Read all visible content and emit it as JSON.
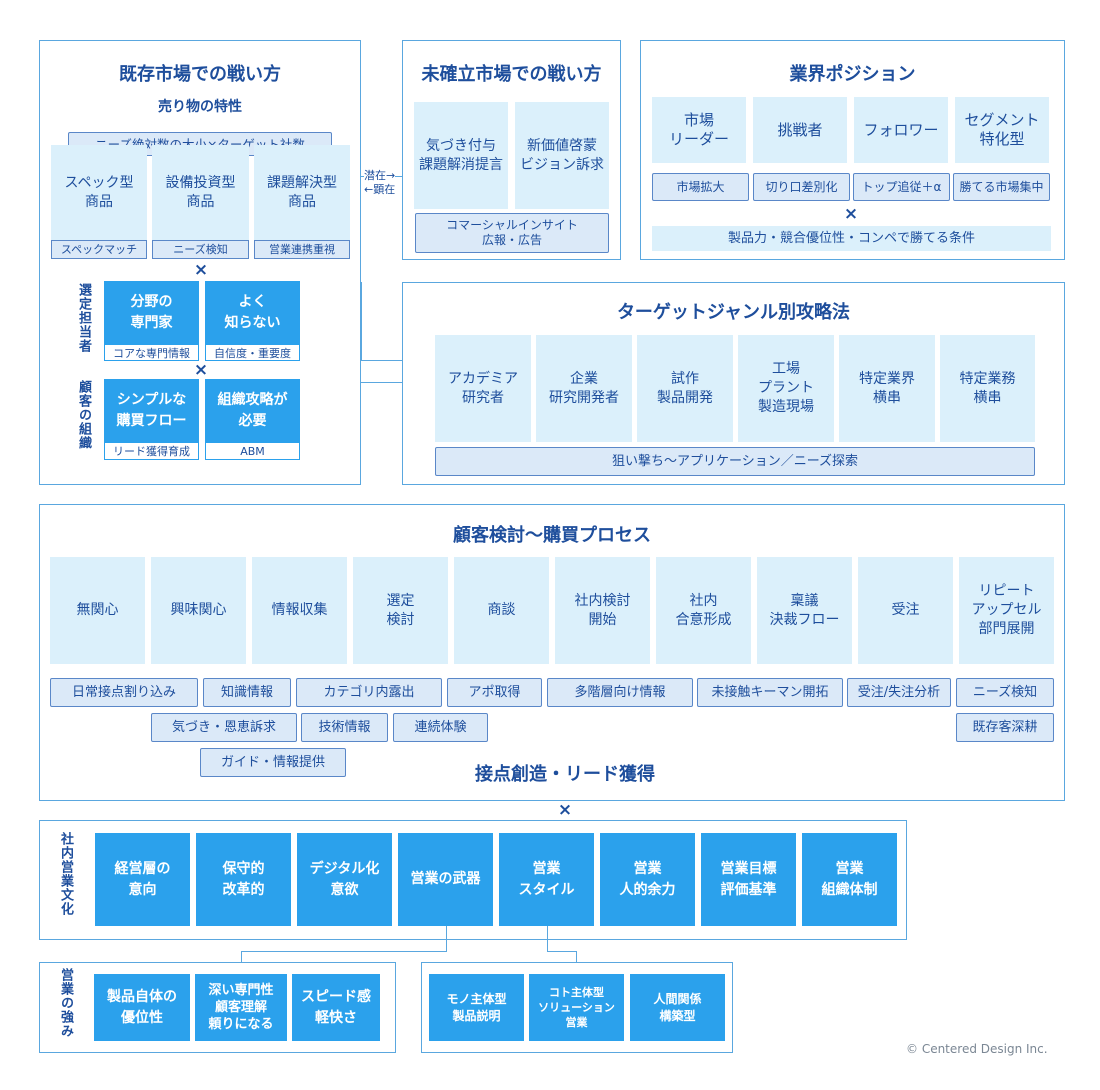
{
  "existing_market": {
    "title": "既存市場での戦い方",
    "subtitle": "売り物の特性",
    "needs_label": "ニーズ絶対数の大小×ターゲット社数",
    "products": [
      {
        "name": "スペック型\n商品",
        "tag": "スペックマッチ"
      },
      {
        "name": "設備投資型\n商品",
        "tag": "ニーズ検知"
      },
      {
        "name": "課題解決型\n商品",
        "tag": "営業連携重視"
      }
    ],
    "selector_label": "選定担当者",
    "selectors": [
      {
        "name": "分野の\n専門家",
        "tag": "コアな専門情報"
      },
      {
        "name": "よく\n知らない",
        "tag": "自信度・重要度"
      }
    ],
    "org_label": "顧客の組織",
    "orgs": [
      {
        "name": "シンプルな\n購買フロー",
        "tag": "リード獲得育成"
      },
      {
        "name": "組織攻略が\n必要",
        "tag": "ABM"
      }
    ]
  },
  "connector_note": "潜在→\n←顕在",
  "cross_symbol": "×",
  "unestablished_market": {
    "title": "未確立市場での戦い方",
    "boxes": [
      "気づき付与\n課題解消提言",
      "新価値啓蒙\nビジョン訴求"
    ],
    "tag": "コマーシャルインサイト\n広報・広告"
  },
  "industry_position": {
    "title": "業界ポジション",
    "boxes": [
      "市場\nリーダー",
      "挑戦者",
      "フォロワー",
      "セグメント\n特化型"
    ],
    "tags": [
      "市場拡大",
      "切り口差別化",
      "トップ追従＋α",
      "勝てる市場集中"
    ],
    "condition": "製品力・競合優位性・コンペで勝てる条件"
  },
  "target_genre": {
    "title": "ターゲットジャンル別攻略法",
    "boxes": [
      "アカデミア\n研究者",
      "企業\n研究開発者",
      "試作\n製品開発",
      "工場\nプラント\n製造現場",
      "特定業界\n横串",
      "特定業務\n横串"
    ],
    "tag": "狙い撃ち〜アプリケーション／ニーズ探索"
  },
  "purchase_process": {
    "title": "顧客検討〜購買プロセス",
    "stages": [
      "無関心",
      "興味関心",
      "情報収集",
      "選定\n検討",
      "商談",
      "社内検討\n開始",
      "社内\n合意形成",
      "稟議\n決裁フロー",
      "受注",
      "リピート\nアップセル\n部門展開"
    ],
    "tags_row1": [
      "日常接点割り込み",
      "知識情報",
      "カテゴリ内露出",
      "アポ取得",
      "多階層向け情報",
      "未接触キーマン開拓",
      "受注/失注分析",
      "ニーズ検知"
    ],
    "tags_row2": [
      "気づき・恩恵訴求",
      "技術情報",
      "連続体験",
      "既存客深耕"
    ],
    "tags_row3": [
      "ガイド・情報提供"
    ],
    "footer": "接点創造・リード獲得"
  },
  "sales_culture": {
    "label": "社内営業文化",
    "items": [
      "経営層の\n意向",
      "保守的\n改革的",
      "デジタル化\n意欲",
      "営業の武器",
      "営業\nスタイル",
      "営業\n人的余力",
      "営業目標\n評価基準",
      "営業\n組織体制"
    ]
  },
  "sales_strength": {
    "label": "営業の強み",
    "items": [
      "製品自体の\n優位性",
      "深い専門性\n顧客理解\n頼りになる",
      "スピード感\n軽快さ"
    ]
  },
  "sales_style": {
    "items": [
      "モノ主体型\n製品説明",
      "コト主体型\nソリューション\n営業",
      "人間関係\n構築型"
    ]
  },
  "copyright": "© Centered Design Inc."
}
